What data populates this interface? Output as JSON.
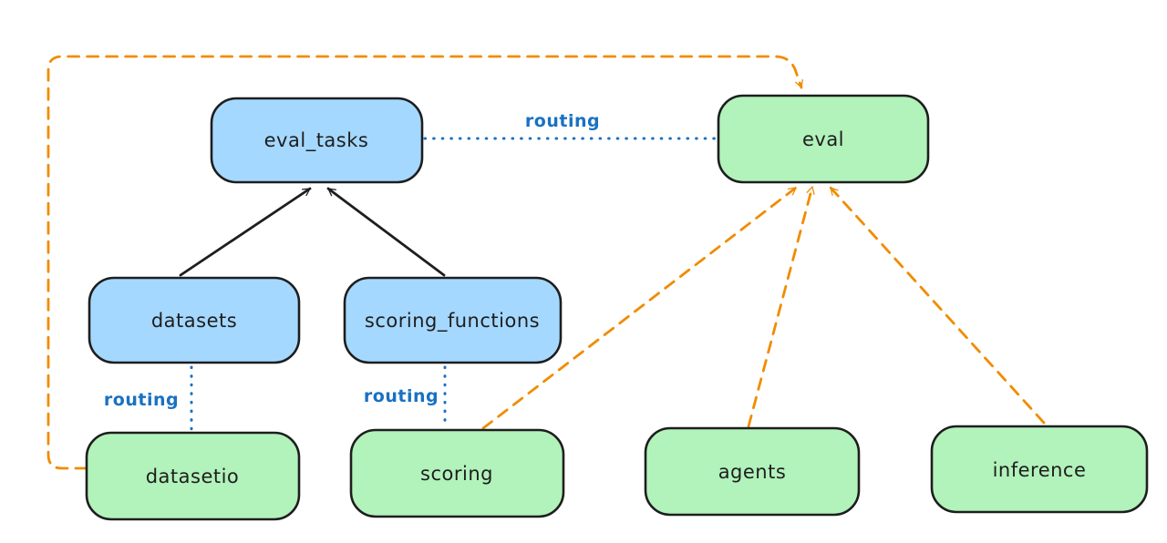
{
  "diagram": {
    "background": "#ffffff",
    "palette": {
      "blue_fill": "#a5d8ff",
      "green_fill": "#b2f2bb",
      "node_stroke": "#1e1e1e",
      "routing_blue": "#1971c2",
      "orange": "#f08c00",
      "black_arrow": "#1e1e1e"
    },
    "nodes": {
      "eval_tasks": {
        "label": "eval_tasks",
        "fill": "#a5d8ff",
        "kind": "resource"
      },
      "eval": {
        "label": "eval",
        "fill": "#b2f2bb",
        "kind": "api"
      },
      "datasets": {
        "label": "datasets",
        "fill": "#a5d8ff",
        "kind": "resource"
      },
      "scoring_functions": {
        "label": "scoring_functions",
        "fill": "#a5d8ff",
        "kind": "resource"
      },
      "datasetio": {
        "label": "datasetio",
        "fill": "#b2f2bb",
        "kind": "api"
      },
      "scoring": {
        "label": "scoring",
        "fill": "#b2f2bb",
        "kind": "api"
      },
      "agents": {
        "label": "agents",
        "fill": "#b2f2bb",
        "kind": "api"
      },
      "inference": {
        "label": "inference",
        "fill": "#b2f2bb",
        "kind": "api"
      }
    },
    "edges": {
      "datasets_to_eval_tasks": {
        "from": "datasets",
        "to": "eval_tasks",
        "style": "solid-arrow",
        "color": "#1e1e1e",
        "label": ""
      },
      "scoring_functions_to_eval_tasks": {
        "from": "scoring_functions",
        "to": "eval_tasks",
        "style": "solid-arrow",
        "color": "#1e1e1e",
        "label": ""
      },
      "eval_tasks_to_eval": {
        "from": "eval_tasks",
        "to": "eval",
        "style": "dotted",
        "color": "#1971c2",
        "label": "routing"
      },
      "datasets_to_datasetio": {
        "from": "datasets",
        "to": "datasetio",
        "style": "dotted",
        "color": "#1971c2",
        "label": "routing"
      },
      "scoring_functions_to_scoring": {
        "from": "scoring_functions",
        "to": "scoring",
        "style": "dotted",
        "color": "#1971c2",
        "label": "routing"
      },
      "scoring_to_eval": {
        "from": "scoring",
        "to": "eval",
        "style": "dashed-arrow",
        "color": "#f08c00",
        "label": ""
      },
      "agents_to_eval": {
        "from": "agents",
        "to": "eval",
        "style": "dashed-arrow",
        "color": "#f08c00",
        "label": ""
      },
      "inference_to_eval": {
        "from": "inference",
        "to": "eval",
        "style": "dashed-arrow",
        "color": "#f08c00",
        "label": ""
      },
      "datasetio_to_eval": {
        "from": "datasetio",
        "to": "eval",
        "style": "dashed-arrow",
        "color": "#f08c00",
        "label": ""
      }
    }
  }
}
